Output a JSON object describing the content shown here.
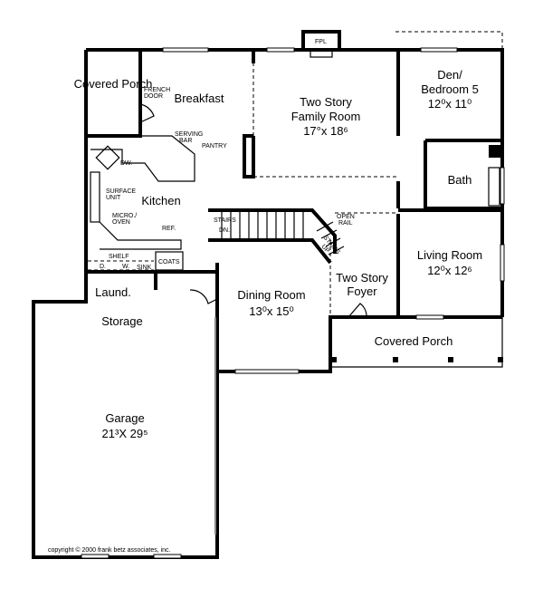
{
  "plan": {
    "rooms": {
      "covered_porch_rear": "Covered Porch",
      "breakfast": "Breakfast",
      "family_room": {
        "name_line1": "Two Story",
        "name_line2": "Family Room",
        "dims": "17°x 18⁶"
      },
      "den": {
        "name_line1": "Den/",
        "name_line2": "Bedroom 5",
        "dims": "12⁰x 11⁰"
      },
      "bath": "Bath",
      "kitchen": "Kitchen",
      "living_room": {
        "name": "Living Room",
        "dims": "12⁰x 12⁶"
      },
      "dining_room": {
        "name": "Dining Room",
        "dims": "13⁰x 15⁰"
      },
      "foyer": {
        "name_line1": "Two Story",
        "name_line2": "Foyer"
      },
      "covered_porch_front": "Covered Porch",
      "laundry": "Laund.",
      "storage": "Storage",
      "garage": {
        "name": "Garage",
        "dims": "21³X 29⁵"
      }
    },
    "notes": {
      "fpl": "FPL",
      "french_door_1": "FRENCH",
      "french_door_2": "DOOR",
      "serving_bar_1": "SERVING",
      "serving_bar_2": "BAR",
      "pantry": "PANTRY",
      "dw": "DW.",
      "surface_unit_1": "SURFACE",
      "surface_unit_2": "UNIT",
      "micro_oven_1": "MICRO./",
      "micro_oven_2": "OVEN",
      "ref": "REF.",
      "stairs_dn_1": "STAIRS",
      "stairs_dn_2": "DN.",
      "stairs_up_1": "STAIRS",
      "stairs_up_2": "UP",
      "open_rail_1": "OPEN",
      "open_rail_2": "RAIL",
      "shelf": "SHELF",
      "d": "D.",
      "w": "W.",
      "sink": "SINK",
      "coats": "COATS"
    },
    "copyright": "copyright © 2000 frank betz associates, inc."
  }
}
